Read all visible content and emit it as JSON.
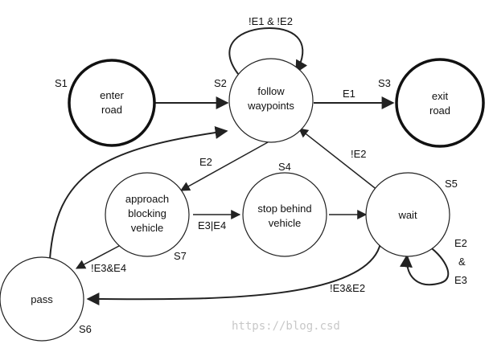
{
  "states": {
    "s1": {
      "id": "S1",
      "lines": [
        "enter",
        "road"
      ]
    },
    "s2": {
      "id": "S2",
      "lines": [
        "follow",
        "waypoints"
      ]
    },
    "s3": {
      "id": "S3",
      "lines": [
        "exit",
        "road"
      ]
    },
    "s4": {
      "id": "S4",
      "lines": [
        "stop behind",
        "vehicle"
      ]
    },
    "s5": {
      "id": "S5",
      "lines": [
        "wait"
      ]
    },
    "s6": {
      "id": "S6",
      "lines": [
        "pass"
      ]
    },
    "s7": {
      "id": "S7",
      "lines": [
        "approach",
        "blocking",
        "vehicle"
      ]
    }
  },
  "transitions": {
    "s2_self": "!E1 & !E2",
    "s2_s3": "E1",
    "s2_s7": "E2",
    "s5_s2": "!E2",
    "s7_s4": "E3|E4",
    "s7_s6": "!E3&E4",
    "s5_s6": "!E3&E2",
    "s5_self": [
      "E2",
      "&",
      "E3"
    ]
  },
  "watermark": "https://blog.csd"
}
